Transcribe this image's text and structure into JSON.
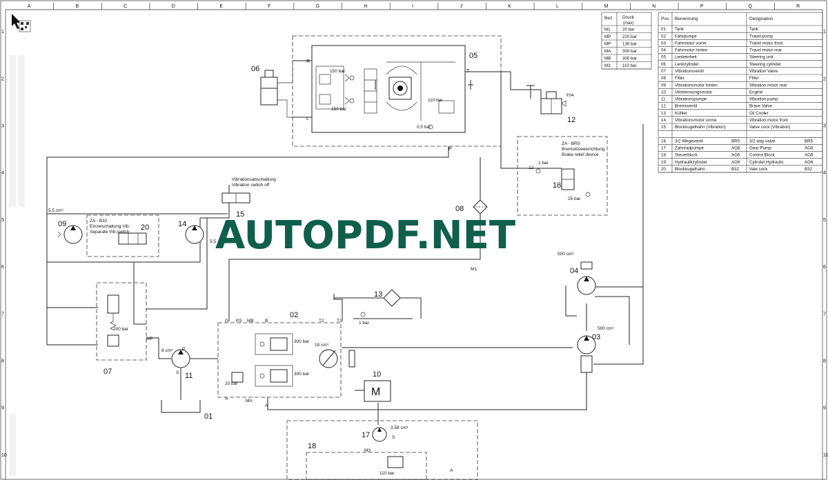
{
  "grid": {
    "columns": [
      "A",
      "B",
      "C",
      "D",
      "E",
      "F",
      "G",
      "H",
      "I",
      "J",
      "K",
      "L",
      "M",
      "N",
      "P",
      "Q",
      "R"
    ],
    "rows": [
      "1",
      "2",
      "3",
      "4",
      "5",
      "6",
      "7",
      "8",
      "9",
      "10"
    ]
  },
  "watermark": "AUTOPDF.NET",
  "pressure_table": {
    "header_code": "Bez.",
    "header_pressure": "Druck",
    "header_unit": "(max)",
    "rows": [
      {
        "code": "M1",
        "value": "20 bar"
      },
      {
        "code": "MP",
        "value": "220 bar"
      },
      {
        "code": "MP",
        "value": "130 bar"
      },
      {
        "code": "MA",
        "value": "300 bar"
      },
      {
        "code": "MB",
        "value": "300 bar"
      },
      {
        "code": "M3",
        "value": "110 bar"
      }
    ]
  },
  "parts_table": {
    "header_pos": "Pos.",
    "header_de": "Benennung",
    "header_en": "Designation",
    "rows": [
      {
        "pos": "01",
        "de": "Tank",
        "en": "Tank",
        "code": ""
      },
      {
        "pos": "02",
        "de": "Fahrpumpe",
        "en": "Travel pump",
        "code": ""
      },
      {
        "pos": "03",
        "de": "Fahrmotor vorne",
        "en": "Travel motor front",
        "code": ""
      },
      {
        "pos": "04",
        "de": "Fahrmotor hinten",
        "en": "Travel motor rear",
        "code": ""
      },
      {
        "pos": "05",
        "de": "Lenkeinheit",
        "en": "Steering unit",
        "code": ""
      },
      {
        "pos": "06",
        "de": "Lenkzylinder",
        "en": "Steering cylinder",
        "code": ""
      },
      {
        "pos": "07",
        "de": "Vibrationsventil",
        "en": "Vibration Valve",
        "code": ""
      },
      {
        "pos": "08",
        "de": "Filter",
        "en": "Filter",
        "code": ""
      },
      {
        "pos": "09",
        "de": "Vibrationsmotor hinten",
        "en": "Vibration motor rear",
        "code": ""
      },
      {
        "pos": "10",
        "de": "Verbrennungsmotor",
        "en": "Engine",
        "code": ""
      },
      {
        "pos": "11",
        "de": "Vibrationspumpe",
        "en": "Vibration pump",
        "code": ""
      },
      {
        "pos": "12",
        "de": "Bremsventil",
        "en": "Brave Valve",
        "code": ""
      },
      {
        "pos": "13",
        "de": "Kühler",
        "en": "Oil Cooler",
        "code": ""
      },
      {
        "pos": "14",
        "de": "Vibrationsmotor vorne",
        "en": "Vibration motor front",
        "code": ""
      },
      {
        "pos": "15",
        "de": "Blockkugelhahn (Vibration)",
        "en": "Valve cock (Vibration)",
        "code": ""
      },
      {
        "pos": "",
        "de": "",
        "en": "",
        "code": ""
      },
      {
        "pos": "16",
        "de": "3/2 Wegeventil",
        "de_code": "BR5",
        "en": "3/2 way valve",
        "code": "BR5"
      },
      {
        "pos": "17",
        "de": "Zahnradpumpe",
        "de_code": "AG6",
        "en": "Gear Pump",
        "code": "AG6"
      },
      {
        "pos": "18",
        "de": "Steuerblock",
        "de_code": "AG6",
        "en": "Control Block",
        "code": "AG6"
      },
      {
        "pos": "19",
        "de": "Hydraulikzylinder",
        "de_code": "AG6",
        "en": "Cylinder,Hydraulic",
        "code": "AG6"
      },
      {
        "pos": "20",
        "de": "Blockkugelhahn",
        "de_code": "B32",
        "en": "Vale cock",
        "code": "B32"
      }
    ]
  },
  "labels": {
    "c01": "01",
    "c02": "02",
    "c03": "03",
    "c04": "04",
    "c05": "05",
    "c06": "06",
    "c07": "07",
    "c08": "08",
    "c09": "09",
    "c10": "10",
    "c11": "11",
    "c12": "12",
    "c13": "13",
    "c14": "14",
    "c15": "15",
    "c16": "16",
    "c17": "17",
    "c18": "18",
    "c20": "20",
    "vib_switch_de": "Vibrationsabschaltung",
    "vib_switch_en": "Vibration switch off",
    "za_b32": "ZA - B32",
    "sep_de": "Einzelschaltung Vib.",
    "sep_en": "Separate Vib.switch",
    "za_br5": "ZA - BR5",
    "brake_de": "Bremslöseeinrichtung",
    "brake_en": "Brake relief device",
    "y04": "Y04",
    "p150a": "150 bar",
    "p150b": "150 bar",
    "p110": "110 bar",
    "p05": "0,5 bar",
    "p200": "200 bar",
    "p20": "20 bar",
    "p300a": "300 bar",
    "p300b": "300 bar",
    "p1a": "1 bar",
    "p1b": "1 bar",
    "p12": "12",
    "p25": "25 bar",
    "cm55a": "5,5 cm³",
    "cm55b": "5,5",
    "cm8": "8 cm³",
    "cm18": "18 cm³",
    "cm500a": "500 cm³",
    "cm500b": "500 cm³",
    "cm358": "3,58 cm³",
    "m1": "M1",
    "m3": "M3",
    "mp": "MP",
    "ma": "MA",
    "mb": "MB",
    "port_R": "R",
    "port_L": "L",
    "port_T": "T",
    "port_P": "P",
    "port_G": "G",
    "port_PS": "PS",
    "port_B": "B",
    "port_T2": "T2",
    "port_T1": "T1",
    "port_S": "S",
    "port_A": "A"
  }
}
